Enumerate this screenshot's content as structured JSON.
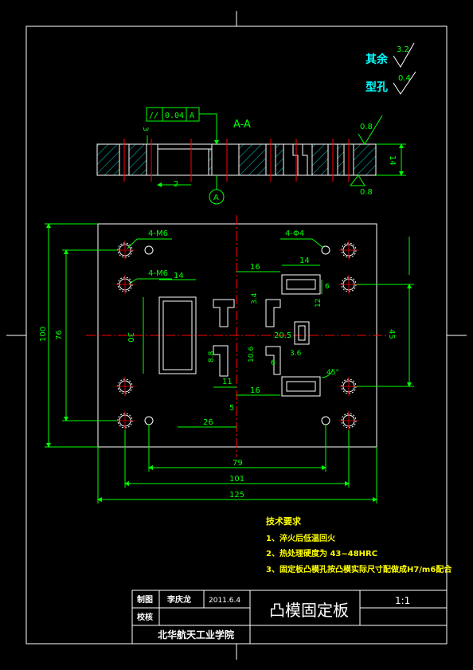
{
  "colors": {
    "background": "#000000",
    "outline": "#ffffff",
    "dimension": "#00ff00",
    "centerline": "#ff0000",
    "hatch": "#00ffff",
    "note": "#ffff00",
    "leader": "#ff00ff"
  },
  "roughness": {
    "rest_label": "其余",
    "rest_value": "3.2",
    "hole_label": "型孔",
    "hole_value": "0.4"
  },
  "section": {
    "label": "A-A",
    "tolerance_symbol": "//",
    "tolerance_value": "0.04",
    "tolerance_datum": "A",
    "datum_marker": "A",
    "dim_thickness": "14",
    "dim_left": "2",
    "dim_top": "3",
    "roughness_top": "0.8",
    "roughness_bottom": "0.8"
  },
  "plan": {
    "hole_note_1": "4-M6",
    "hole_note_2": "4-Φ4",
    "hole_note_3": "4-M6",
    "dims": {
      "d14_a": "14",
      "d16_top": "16",
      "d14_b": "14",
      "d6": "6",
      "d3_4": "3.4",
      "d30": "30",
      "d20_5": "20.5",
      "d3_6": "3.6",
      "d8_8": "8.8",
      "d10_6": "10.6",
      "d6_b": "6",
      "d45": "45°",
      "d11": "11",
      "d16_bottom": "16",
      "d5": "5",
      "d26": "26",
      "d79": "79",
      "d101": "101",
      "d125": "125",
      "d100": "100",
      "d76": "76",
      "d45_right": "45",
      "d12": "12"
    }
  },
  "notes": {
    "title": "技术要求",
    "items": [
      "1、淬火后低温回火",
      "2、热处理硬度为 43~48HRC",
      "3、固定板凸模孔按凸模实际尺寸配做成H7/m6配合"
    ]
  },
  "title_block": {
    "drawn_label": "制图",
    "drawn_name": "李庆龙",
    "drawn_date": "2011.6.4",
    "checked_label": "校核",
    "part_name": "凸模固定板",
    "scale": "1:1",
    "school": "北华航天工业学院"
  }
}
